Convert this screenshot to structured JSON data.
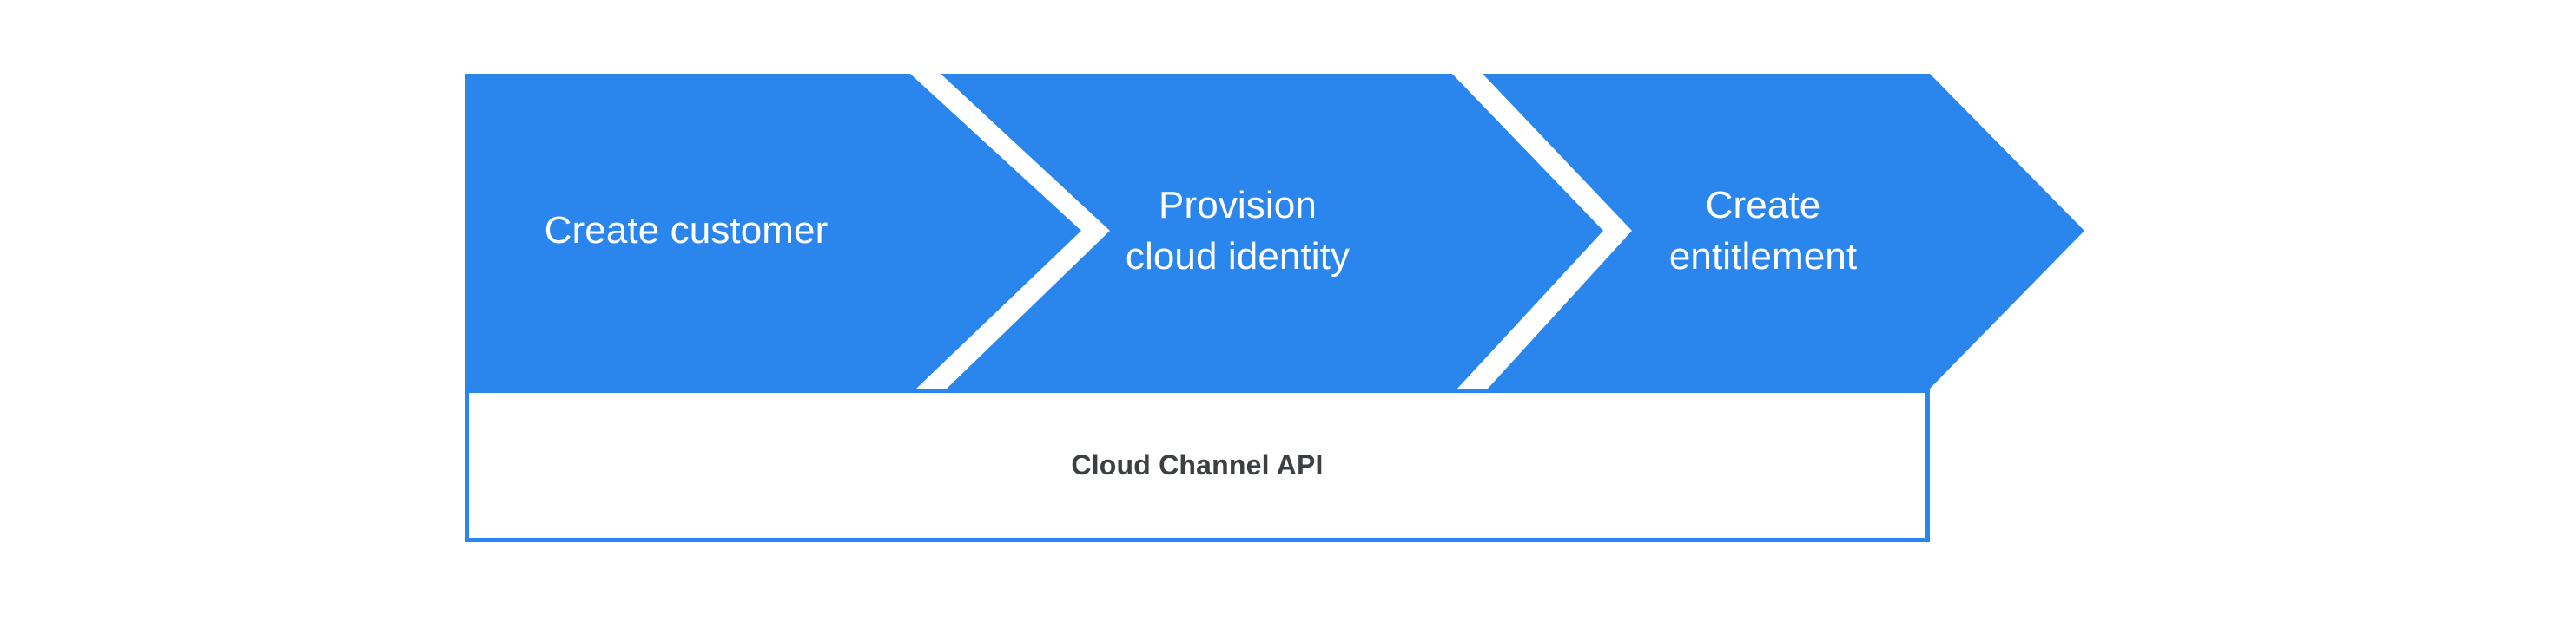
{
  "diagram": {
    "type": "chevron-process-flow",
    "orientation": "left-to-right",
    "background_color": "#ffffff",
    "accent_color": "#2a85ec",
    "step_text_color": "#ffffff",
    "footer_text_color": "#3c4043",
    "steps": [
      {
        "index": 1,
        "label": "Create customer"
      },
      {
        "index": 2,
        "label": "Provision\ncloud identity"
      },
      {
        "index": 3,
        "label": "Create\nentitlement"
      }
    ],
    "footer": {
      "label": "Cloud Channel API"
    }
  }
}
